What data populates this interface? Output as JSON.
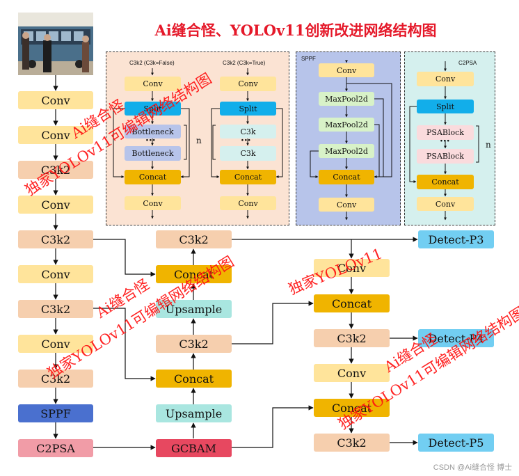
{
  "title": "Ai缝合怪、YOLOv11创新改进网络结构图",
  "colors": {
    "conv": "#ffe49b",
    "c3k2": "#f6cfae",
    "concat": "#f0b400",
    "upsample": "#a9e6e0",
    "split": "#12aeea",
    "bottleneck": "#b7c4ea",
    "c3k": "#d5f0ee",
    "maxpool": "#d8f2c8",
    "psablock": "#fadbdd",
    "sppf": "#4a70cf",
    "c2psa": "#f19ca7",
    "gcbam": "#e74860",
    "detect": "#72cef2",
    "title": "#e5192a"
  },
  "backbone": {
    "conv": "Conv",
    "c3k2": "C3k2",
    "sppf": "SPPF",
    "c2psa": "C2PSA"
  },
  "neck": {
    "c3k2": "C3k2",
    "concat": "Concat",
    "upsample": "Upsample",
    "gcbam": "GCBAM",
    "conv": "Conv"
  },
  "heads": {
    "p3": "Detect-P3",
    "p4": "Detect-P4",
    "p5": "Detect-P5"
  },
  "panel_c3k2": {
    "left_title": "C3k2 (C3k=False)",
    "right_title": "C3k2 (C3k=True)",
    "conv": "Conv",
    "split": "Split",
    "bottleneck": "Bottleneck",
    "c3k": "C3k",
    "concat": "Concat",
    "n": "n",
    "dots": "···"
  },
  "panel_sppf": {
    "title": "SPPF",
    "conv": "Conv",
    "maxpool": "MaxPool2d",
    "concat": "Concat"
  },
  "panel_c2psa": {
    "title": "C2PSA",
    "conv": "Conv",
    "split": "Split",
    "psablock": "PSABlock",
    "concat": "Concat",
    "n": "n",
    "dots": "···"
  },
  "watermarks": {
    "a": "Ai缝合怪",
    "b": "独家YOLOv11可编辑网络结构图",
    "c": "独家YOLOv11",
    "d": "Ai缝合怪"
  },
  "footer": "CSDN @Ai缝合怪 博士"
}
